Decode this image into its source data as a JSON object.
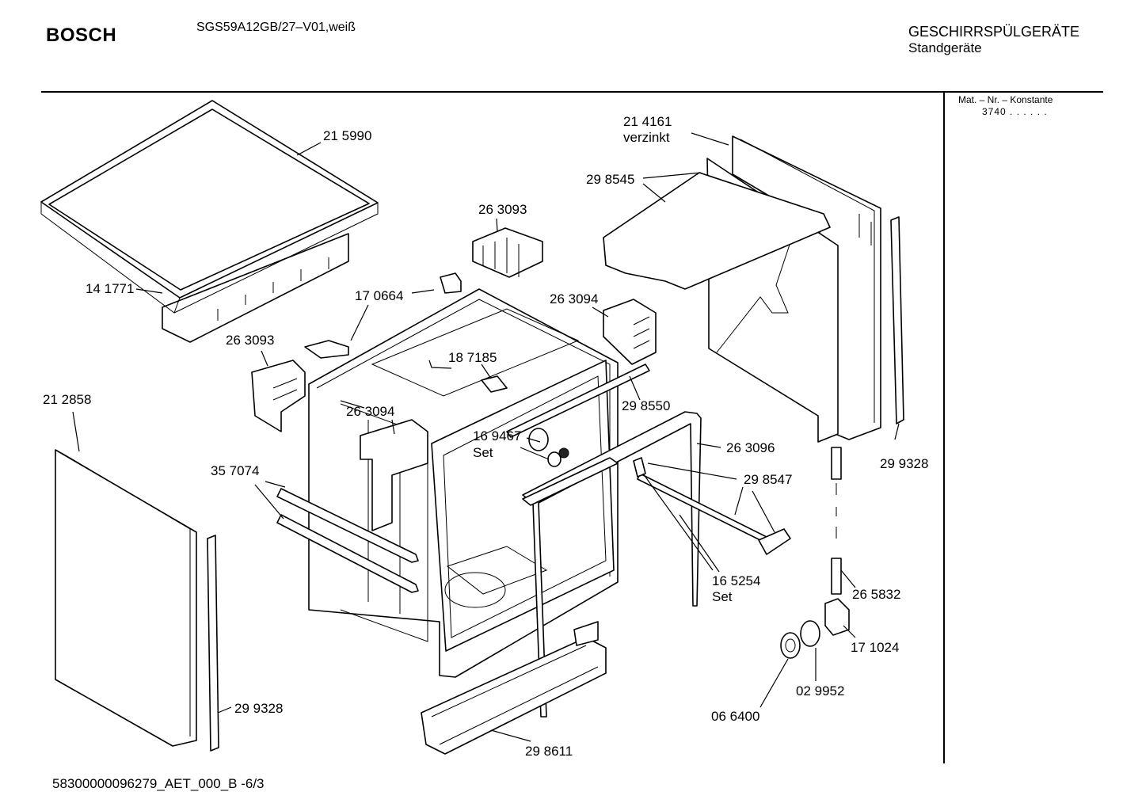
{
  "header": {
    "brand": "BOSCH",
    "model": "SGS59A12GB/27–V01,weiß",
    "category": "GESCHIRRSPÜLGERÄTE",
    "subcategory": "Standgeräte"
  },
  "sidebar": {
    "mat_label": "Mat. – Nr. – Konstante",
    "mat_value": "3740  .  .  .  .  .  ."
  },
  "footer": "58300000096279_AET_000_B  -6/3",
  "labels": [
    "21 5990",
    "14 1771",
    "26 3093",
    "17 0664",
    "26 3094",
    "18 7185",
    "26 3093",
    "26 3094",
    "21 2858",
    "35 7074",
    "16 9467",
    "Set",
    "29 8550",
    "26 3096",
    "29 8547",
    "16 5254",
    "Set",
    "29 9328",
    "29 8611",
    "21 4161",
    "verzinkt",
    "29 8545",
    "29 9328",
    "26 5832",
    "17 1024",
    "02 9952",
    "06 6400"
  ]
}
